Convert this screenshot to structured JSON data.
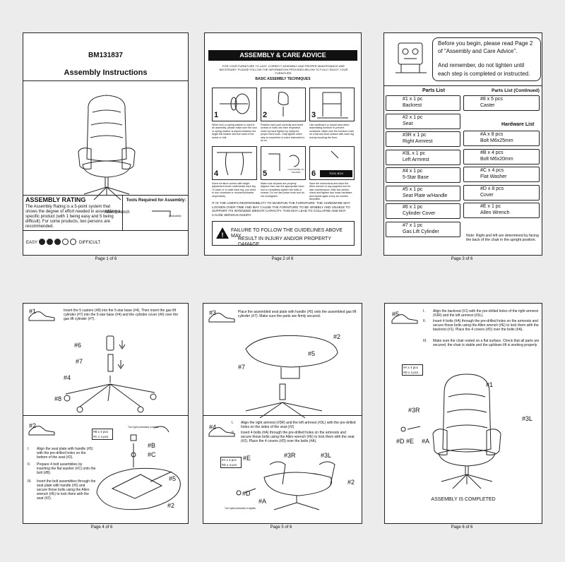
{
  "page1": {
    "model": "BM131837",
    "title": "Assembly Instructions",
    "rating_heading": "ASSEMBLY RATING",
    "rating_text": "The Assembly Rating is a 5-point system that shows the degree of effort needed in assembling a specific product (with 1 being easy and 5 being difficult).  For some products, two persons are recommended.",
    "tools_heading": "Tools Required for Assembly:",
    "tool_name": "Allen Wrench",
    "tool_note": "(included)",
    "easy": "EASY",
    "difficult": "DIFFICULT",
    "rating_level": 3,
    "rating_max": 5,
    "footer": "Page 1 of 6"
  },
  "page2": {
    "banner": "ASSEMBLY & CARE ADVICE",
    "intro": "FOR YOUR FURNITURE TO LAST, CORRECT ASSEMBLY AND PROPER MAINTENANCE ARE NECESSARY. PLEASE FOLLOW THE INFORMATION PROVIDED BELOW TO FULLY ENJOY YOUR FURNITURE.",
    "techniques_heading": "BASIC ASSEMBLY TECHNIQUES",
    "tips": [
      {
        "num": "1",
        "text": "When lock or spring washer is used in an assembly, please make sure the lock or spring washer is placed between the larger flat washer and the head of the screw or bolt."
      },
      {
        "num": "2",
        "text": "Position each part correctly and insert screws or bolts into their respective holes by hand tighten by using the proper hand tools. Only tighten when step is completed or when instructed to do so."
      },
      {
        "num": "3",
        "text": "Use cardboard or carpet area when assembling furniture to prevent scratches. Make sure the furniture rests on a flat and level surface with each leg evenly touching the floor."
      },
      {
        "num": "4",
        "text": "Some furniture comes with height adjustment levels underneath each leg. To lower or to raise each leg, you need to turn clockwise or counterclockwise, respectively."
      },
      {
        "num": "5",
        "text": "Make sure all parts are properly aligned, then use the appropriate hand tool to completely tighten the bolts or screws. Do not use power tools and do not overtighten."
      },
      {
        "num": "6",
        "text": "Save the instructions and store the Allen wrench or any supplied tool for later maintenance. After two weeks, check and tighten any loose hardware and repeat again every six months thereafter."
      }
    ],
    "clockwise_label": "CLOCKWISE TO TIGHTEN",
    "toolbox_label": "TOOL BOX",
    "responsibility": "IT IS THE USER'S RESPONSIBILITY TO MAINTAIN THE FURNITURE. THE HARDWARE MAY LOOSEN OVER TIME AND MAY CAUSE THE FURNITURE TO BE WOBBLY AND UNABLE TO SUPPORT ITS INTENDED WEIGHT CAPACITY. THIS MAY LEAD TO COLLAPSE AND MAY CAUSE SERIOUS INJURY.",
    "warning_line1": "FAILURE TO FOLLOW THE GUIDELINES ABOVE MAY",
    "warning_line2": "RESULT IN INJURY AND/OR PROPERTY DAMAGE.",
    "footer": "Page 2 of 6"
  },
  "page3": {
    "notice_line1": "Before you begin, please read Page 2",
    "notice_line2": "of \"Assembly and Care Advice\".",
    "notice_line3": "And remember, do not tighten until",
    "notice_line4": "each step is completed or instructed.",
    "parts_heading": "Parts List",
    "parts_cont_heading": "Parts List (Continued)",
    "hardware_heading": "Hardware List",
    "parts": [
      {
        "id": "#1 x 1 pc",
        "name": "Backrest"
      },
      {
        "id": "#2 x 1 pc",
        "name": "Seat"
      },
      {
        "id": "#3R x 1 pc",
        "name": "Right Armrest"
      },
      {
        "id": "#3L x 1 pc",
        "name": "Left Armrest"
      },
      {
        "id": "#4 x 1 pc",
        "name": "5-Star Base"
      },
      {
        "id": "#5 x 1 pc",
        "name": "Seat Plate w/Handle"
      },
      {
        "id": "#6 x 1 pc",
        "name": "Cylinder Cover"
      },
      {
        "id": "#7 x 1 pc",
        "name": "Gas Lift Cylinder"
      }
    ],
    "parts_cont": [
      {
        "id": "#8 x 5 pcs",
        "name": "Caster"
      }
    ],
    "hardware": [
      {
        "id": "#A x 8 pcs",
        "name": "Bolt M6x25mm"
      },
      {
        "id": "#B x 4 pcs",
        "name": "Bolt M6x20mm"
      },
      {
        "id": "#C x 4 pcs",
        "name": "Flat Washer"
      },
      {
        "id": "#D x 8 pcs",
        "name": "Cover"
      },
      {
        "id": "#E x 1 pc",
        "name": "Allen Wrench"
      }
    ],
    "note": "Note: Right and left are determined by facing the back of the chair in the upright position.",
    "footer": "Page 3 of 6"
  },
  "page4": {
    "step1_badge": "#1",
    "step1_text": "Insert the 5 casters (#8) into the 5-star base (#4).  Then insert the gas lift cylinder (#7) into the 5-star base (#4) and the cylinder cover (#6) over the gas lift cylinder (#7).",
    "step1_labels": [
      "#6",
      "#7",
      "#4",
      "#8"
    ],
    "step2_badge": "#2",
    "step2_hw": [
      "#B x 4 pcs",
      "#C x 4 pcs"
    ],
    "turn_note": "Turn right (clockwise) to tighten",
    "step2_items": [
      {
        "num": "I.",
        "text": "Align the seat plate with handle (#5) with the pre-drilled holes on the bottom of the seat (#2)."
      },
      {
        "num": "II.",
        "text": "Prepare 4 bolt assemblies by inserting the flat washer (#C) onto the bolt (#B)."
      },
      {
        "num": "III.",
        "text": "Insert the bolt assemblies through the seat plate with handle (#5) and secure those bolts using the Allen wrench (#E) to lock them with the seat (#2)."
      }
    ],
    "step2_labels": [
      "#B",
      "#C",
      "#5",
      "#2"
    ],
    "footer": "Page 4 of 6"
  },
  "page5": {
    "step3_badge": "#3",
    "step3_text": "Place the assembled seat plate with handle (#5) onto the assembled gas lift cylinder (#7).  Make sure the parts are firmly secured.",
    "step3_labels": [
      "#2",
      "#5",
      "#7"
    ],
    "step4_badge": "#4",
    "step4_items": [
      {
        "num": "I.",
        "text": "Align the right armrest (#3R) and the left armrest (#3L) with the pre-drilled holes on the sides of the seat (#2)"
      },
      {
        "num": "II.",
        "text": "Insert 4 bolts (#A) through the pre-drilled holes on the armrests and secure those bolts using the Allen wrench (#E) to lock them with the seat (#2). Place the 4 covers (#D) over the bolts (#A)."
      }
    ],
    "step4_hw": [
      "#A x 4 pcs",
      "#D x 4 pcs"
    ],
    "step4_labels": [
      "#E",
      "#3R",
      "#3L",
      "#2",
      "#D",
      "#A"
    ],
    "turn_note": "Turn right (clockwise) to tighten",
    "footer": "Page 5 of 6"
  },
  "page6": {
    "step5_badge": "#5",
    "step5_items": [
      {
        "num": "I.",
        "text": "Align the backrest (#1) with the pre-drilled holes of the right armrest (#3R) and the left armrest (#3L)."
      },
      {
        "num": "II.",
        "text": "Insert 4 bolts (#A) through the pre-drilled holes on the armrests and secure those bolts using the Allen wrench (#E) to lock them with the backrest (#1). Place the 4 covers (#D) over the bolts (#A)."
      },
      {
        "num": "III.",
        "text": "Make sure the chair rested on a flat surface. Check that all parts are secured, the chair is stable and the up/down lift is working properly."
      }
    ],
    "step5_hw": [
      "#A x 4 pcs",
      "#D x 4 pcs"
    ],
    "step5_labels": [
      "#1",
      "#3R",
      "#3L",
      "#D",
      "#E",
      "#A"
    ],
    "completed": "ASSEMBLY IS COMPLETED",
    "footer": "Page 6 of 6"
  }
}
